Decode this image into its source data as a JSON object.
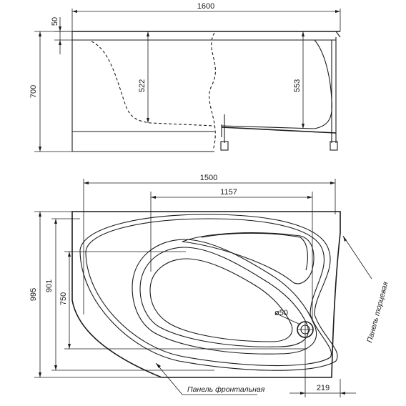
{
  "side_view": {
    "dim_total_length": "1600",
    "dim_rim_thickness": "50",
    "dim_total_height": "700",
    "dim_inner_depth_left": "522",
    "dim_inner_depth_right": "553"
  },
  "top_view": {
    "dim_length": "1500",
    "dim_inner_length": "1157",
    "dim_width": "995",
    "dim_inner_width": "901",
    "dim_basin_width": "750",
    "dim_drain_diameter": "ø50",
    "dim_drain_offset": "219",
    "label_front_panel": "Панель фронтальная",
    "label_end_panel": "Панель торцевая"
  }
}
